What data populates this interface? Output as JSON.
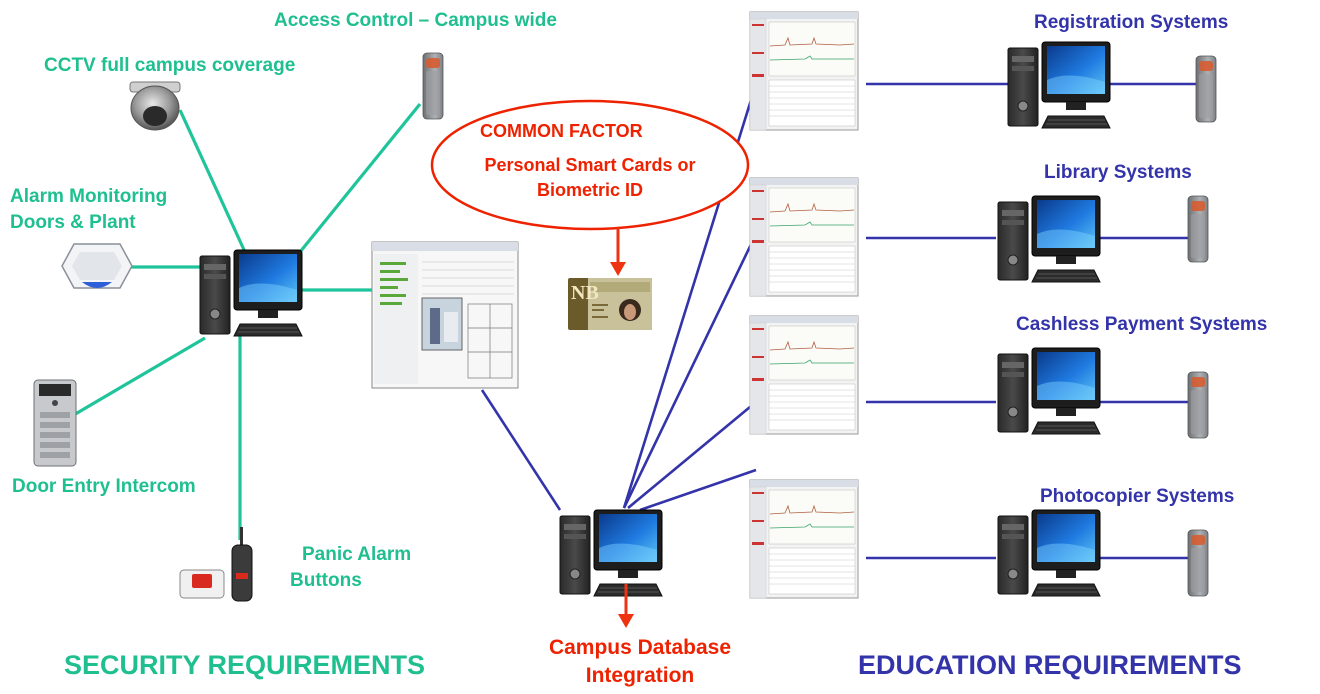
{
  "security": {
    "access_control": "Access Control  –  Campus wide",
    "cctv": "CCTV full campus coverage",
    "alarm_line1": "Alarm Monitoring",
    "alarm_line2": "Doors & Plant",
    "door_entry": "Door Entry Intercom",
    "panic_line1": "Panic Alarm",
    "panic_line2": "Buttons",
    "heading": "SECURITY REQUIREMENTS"
  },
  "common": {
    "title": "COMMON FACTOR",
    "line1": "Personal Smart Cards or",
    "line2": "Biometric ID"
  },
  "database": {
    "line1": "Campus Database",
    "line2": "Integration"
  },
  "education": {
    "systems": [
      "Registration Systems",
      "Library Systems",
      "Cashless Payment Systems",
      "Photocopier Systems"
    ],
    "heading": "EDUCATION REQUIREMENTS"
  },
  "id_card": {
    "logo": "NB"
  },
  "colors": {
    "security_green": "#1fbf8f",
    "education_blue": "#3333aa",
    "highlight_red": "#ee2200",
    "line_green": "#1fc49a",
    "line_blue": "#3333aa"
  }
}
